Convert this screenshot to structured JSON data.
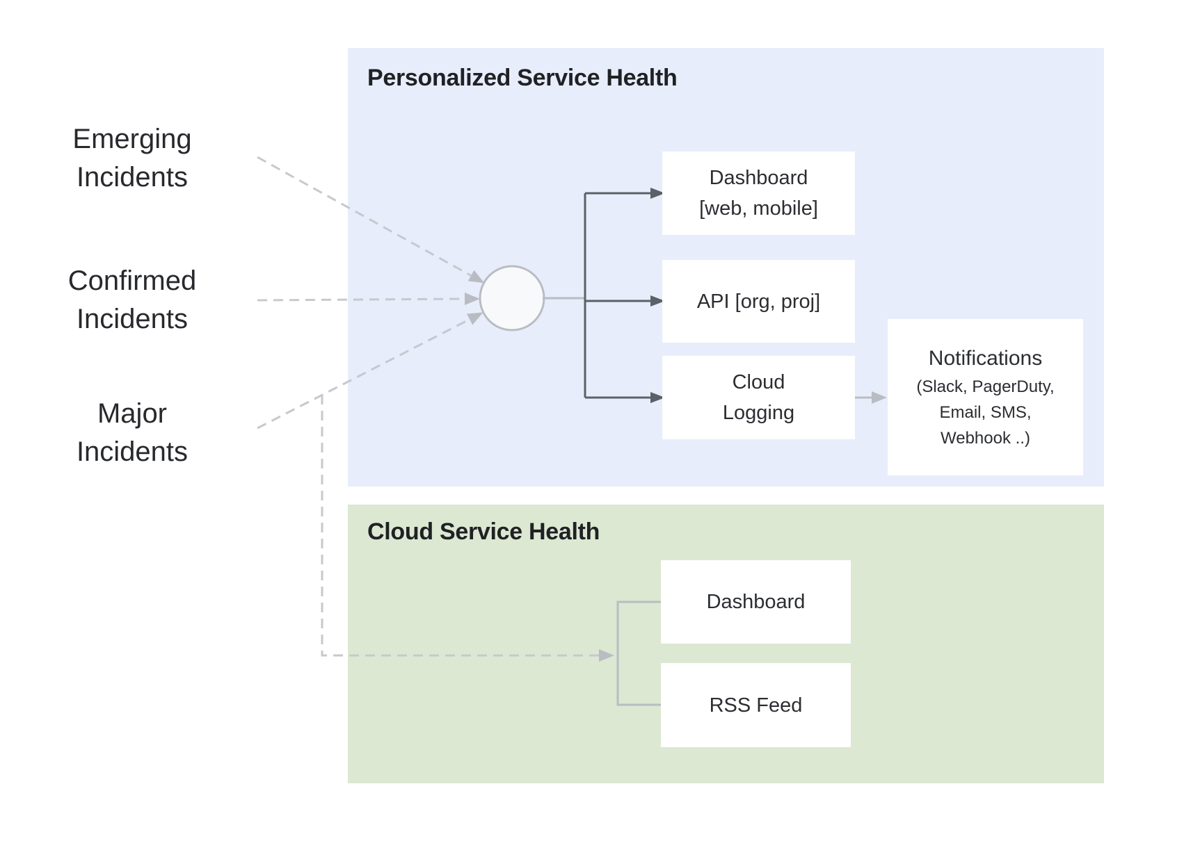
{
  "diagram": {
    "inputs": [
      {
        "id": "emerging-incidents",
        "lines": [
          "Emerging",
          "Incidents"
        ]
      },
      {
        "id": "confirmed-incidents",
        "lines": [
          "Confirmed",
          "Incidents"
        ]
      },
      {
        "id": "major-incidents",
        "lines": [
          "Major",
          "Incidents"
        ]
      }
    ],
    "personalized_panel": {
      "title": "Personalized Service Health",
      "nodes": [
        {
          "id": "dashboard-web-mobile",
          "lines": [
            "Dashboard",
            "[web, mobile]"
          ]
        },
        {
          "id": "api-org-proj",
          "lines": [
            "API [org, proj]"
          ]
        },
        {
          "id": "cloud-logging",
          "lines": [
            "Cloud",
            "Logging"
          ]
        },
        {
          "id": "notifications",
          "title": "Notifications",
          "lines": [
            "(Slack, PagerDuty,",
            "Email, SMS,",
            "Webhook ..)"
          ]
        }
      ]
    },
    "cloud_panel": {
      "title": "Cloud Service Health",
      "nodes": [
        {
          "id": "dashboard",
          "lines": [
            "Dashboard"
          ]
        },
        {
          "id": "rss-feed",
          "lines": [
            "RSS Feed"
          ]
        }
      ]
    },
    "colors": {
      "personalized_panel_bg": "#e8edfb",
      "cloud_panel_bg": "#dce8d2",
      "node_bg": "#ffffff",
      "solid_connector": "#5c6167",
      "soft_connector": "#b9bdc3",
      "dashed_connector": "#c6c9ce",
      "title_text": "#202124",
      "body_text": "#2b2d31"
    }
  }
}
